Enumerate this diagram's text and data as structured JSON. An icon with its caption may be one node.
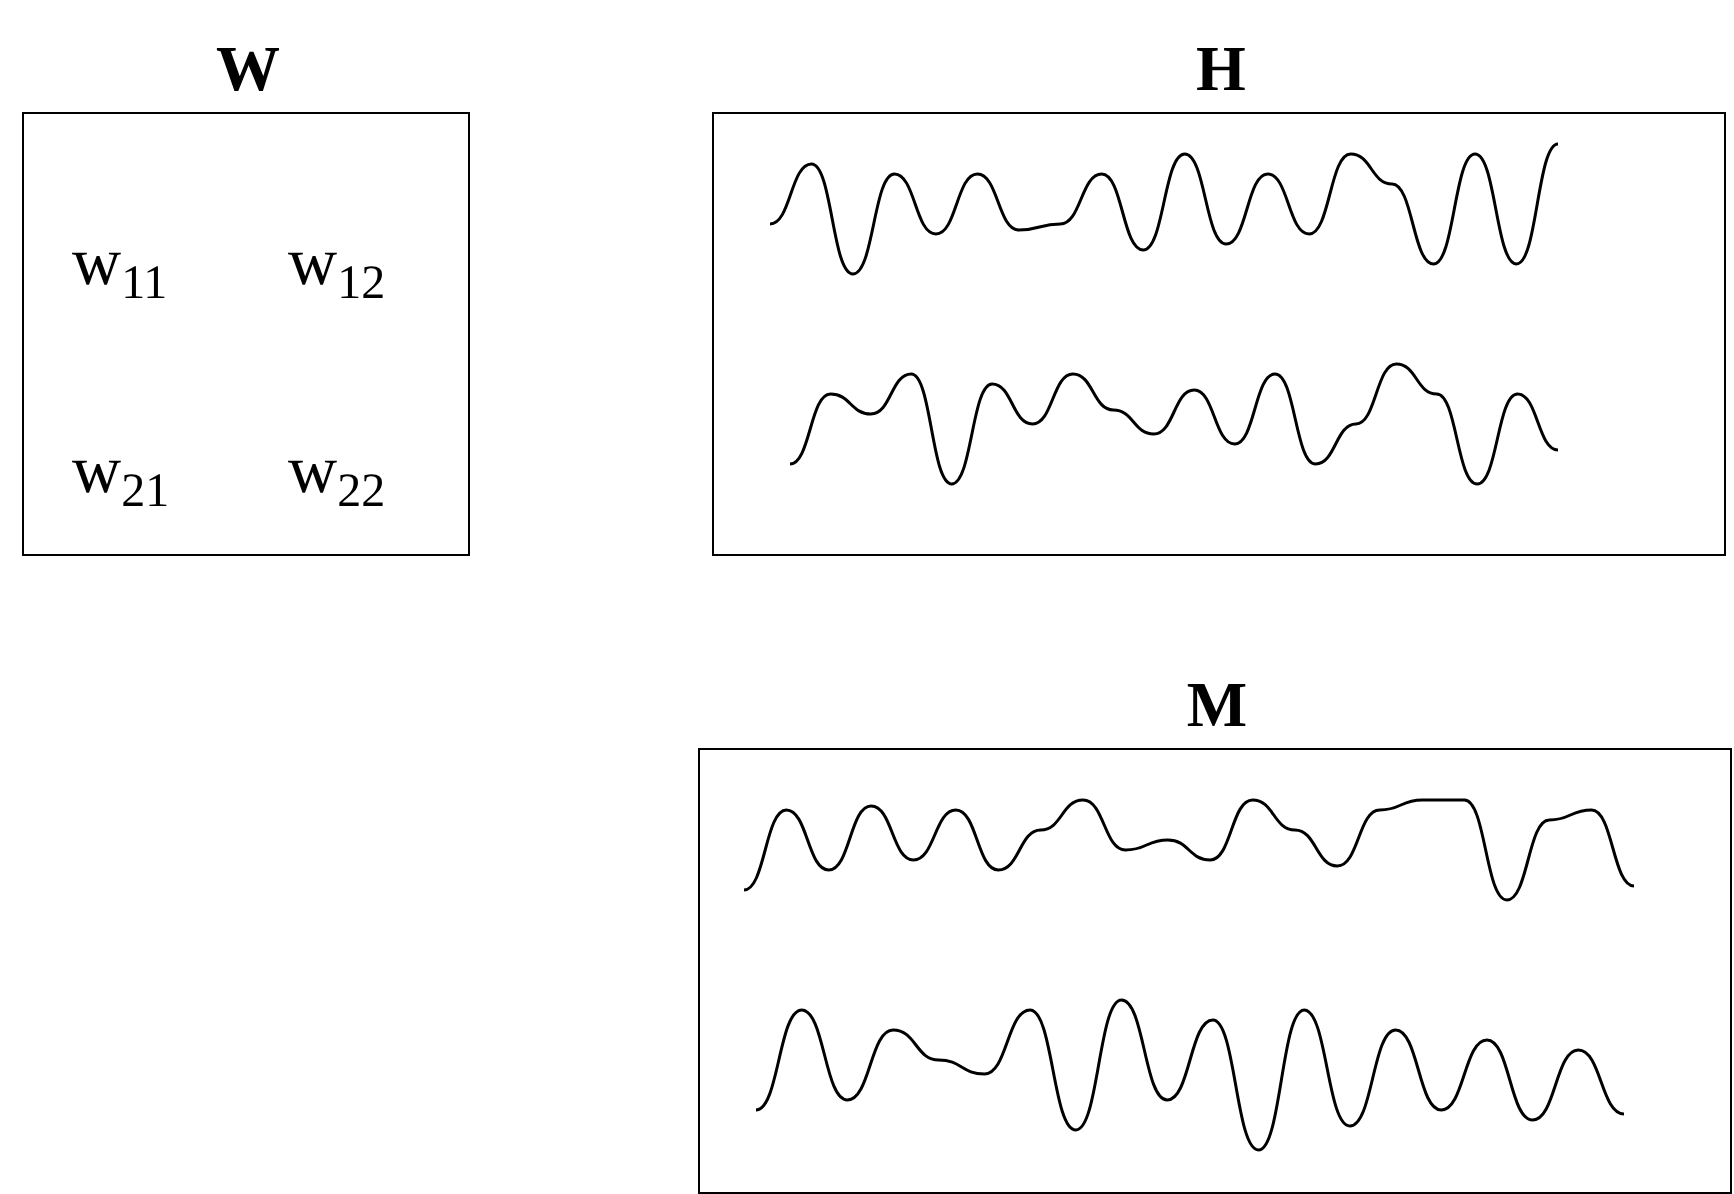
{
  "diagram": {
    "nodes": [
      {
        "text": [
          "W",
          "w$_{11}$",
          "w$_{12}$",
          "w$_{21}$",
          "w$_{22}$"
        ]
      },
      {
        "text": [
          "H"
        ]
      },
      {
        "text": [
          "M"
        ]
      }
    ]
  }
}
